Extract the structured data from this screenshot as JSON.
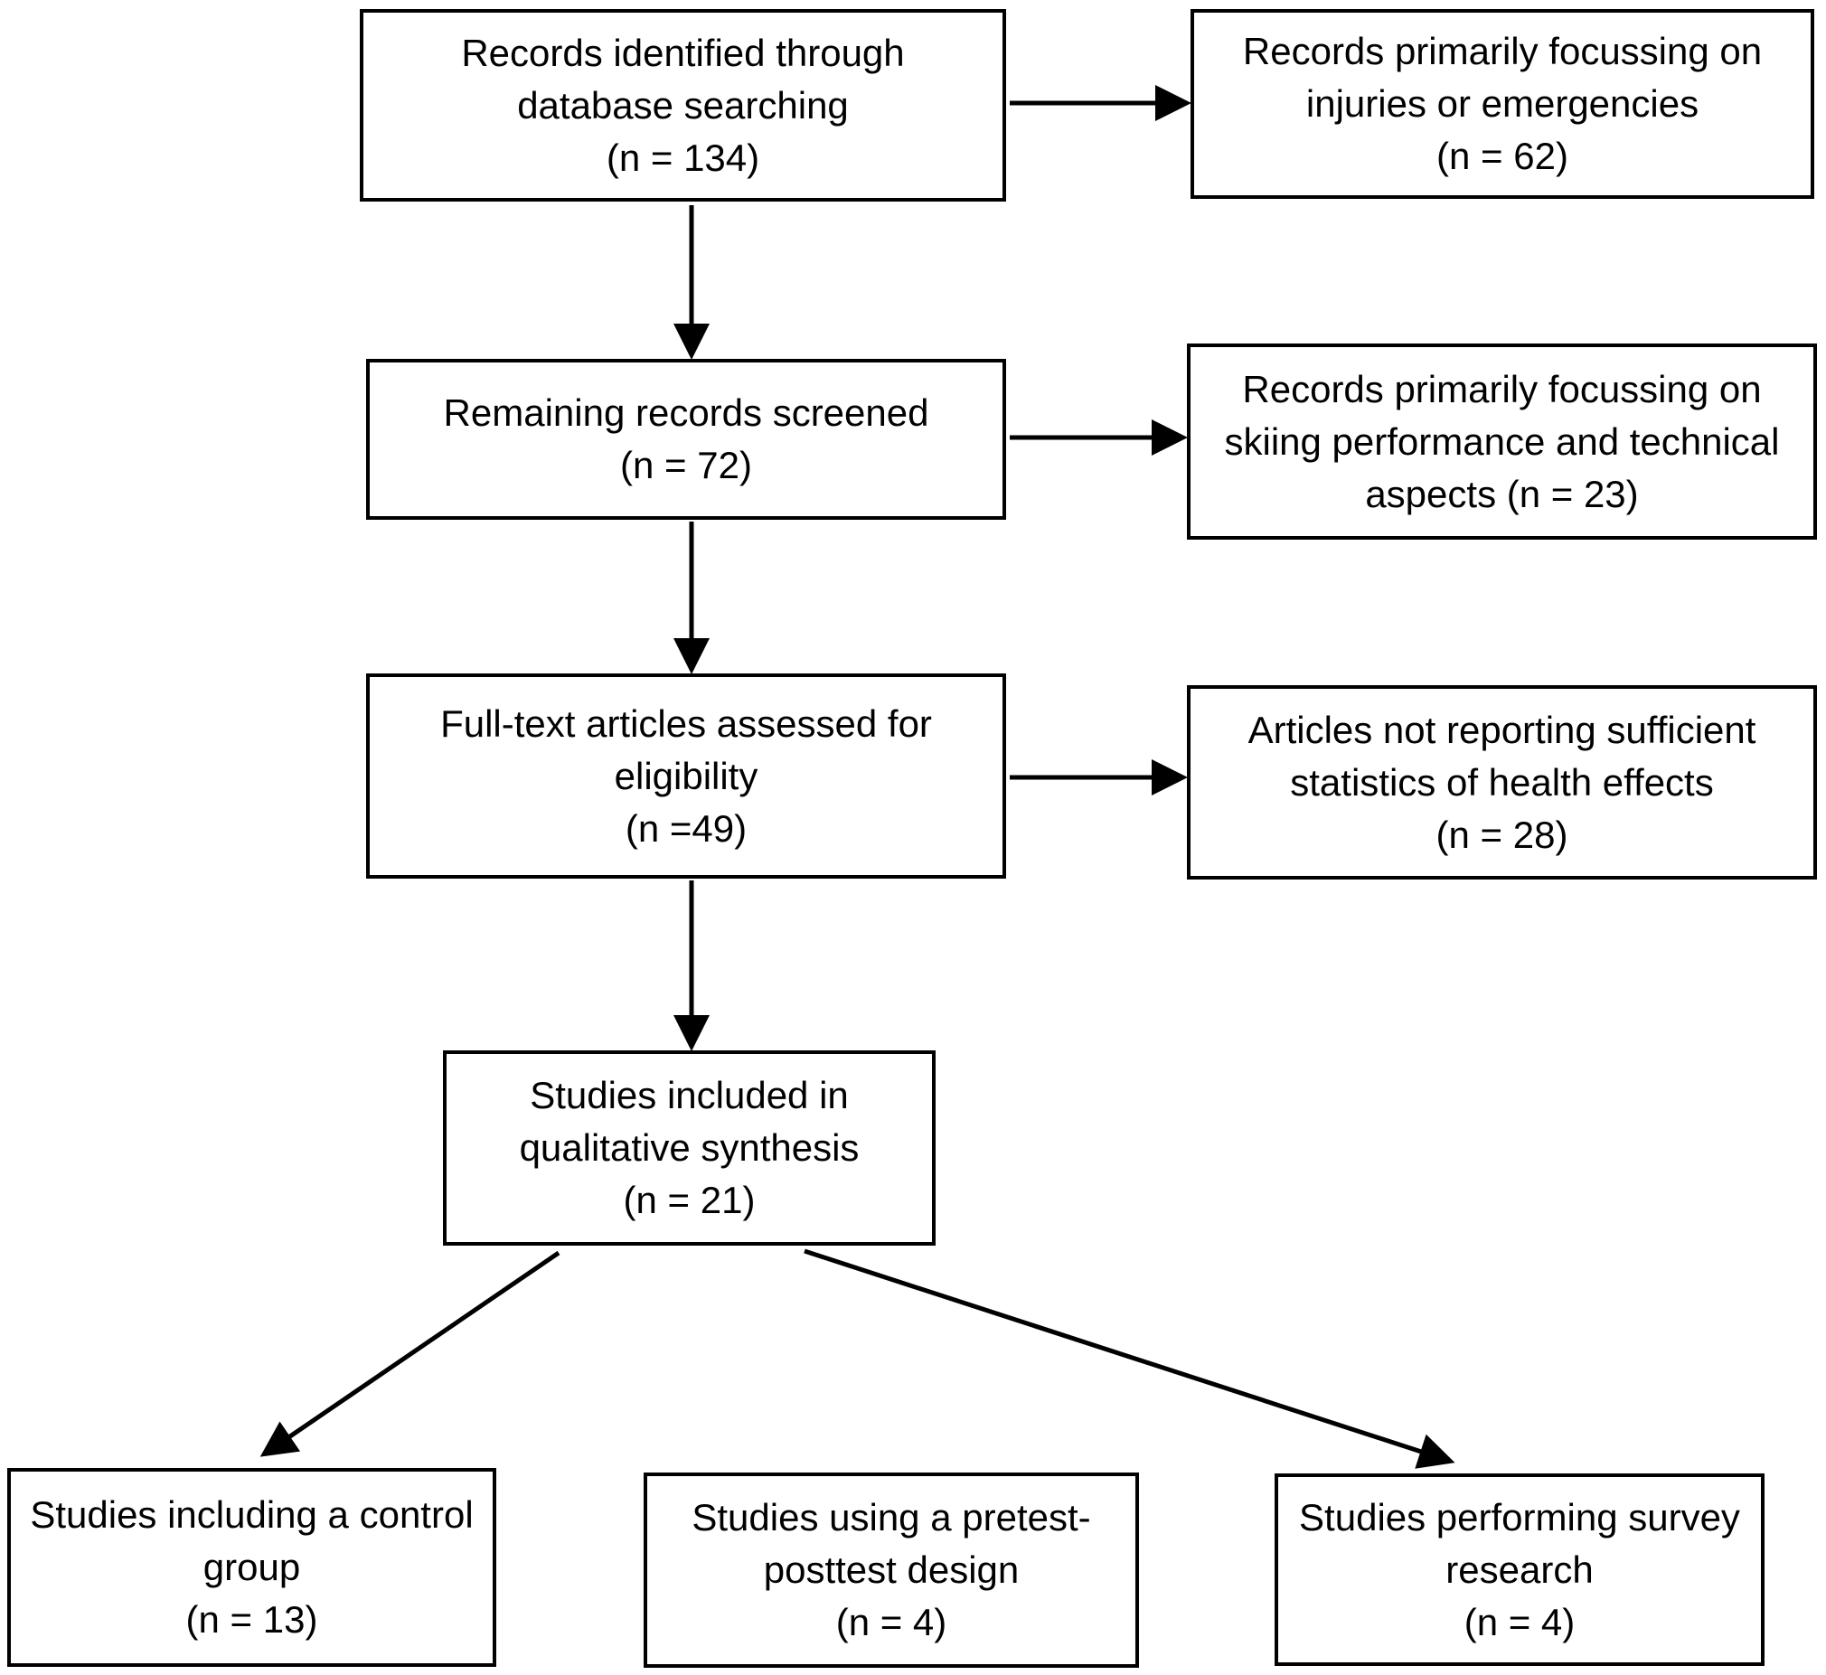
{
  "colors": {
    "background": "#ffffff",
    "box_border": "#000000",
    "text": "#000000",
    "arrow": "#000000"
  },
  "flowchart": {
    "boxes": {
      "identified": {
        "text": "Records identified through\ndatabase searching\n(n = 134)"
      },
      "excluded_injuries": {
        "text": "Records primarily focussing on\ninjuries or emergencies\n(n = 62)"
      },
      "screened": {
        "text": "Remaining records screened\n(n = 72)"
      },
      "excluded_performance": {
        "text": "Records primarily focussing on\nskiing performance and technical\naspects (n = 23)"
      },
      "fulltext": {
        "text": "Full-text articles assessed for\neligibility\n(n =49)"
      },
      "excluded_statistics": {
        "text": "Articles not reporting sufficient\nstatistics of health effects\n(n = 28)"
      },
      "included": {
        "text": "Studies included in\nqualitative synthesis\n(n = 21)"
      },
      "control_group": {
        "text": "Studies including a control\ngroup\n(n = 13)"
      },
      "pretest_posttest": {
        "text": "Studies using a pretest-\nposttest design\n(n = 4)"
      },
      "survey": {
        "text": "Studies performing survey\nresearch\n(n = 4)"
      }
    }
  }
}
